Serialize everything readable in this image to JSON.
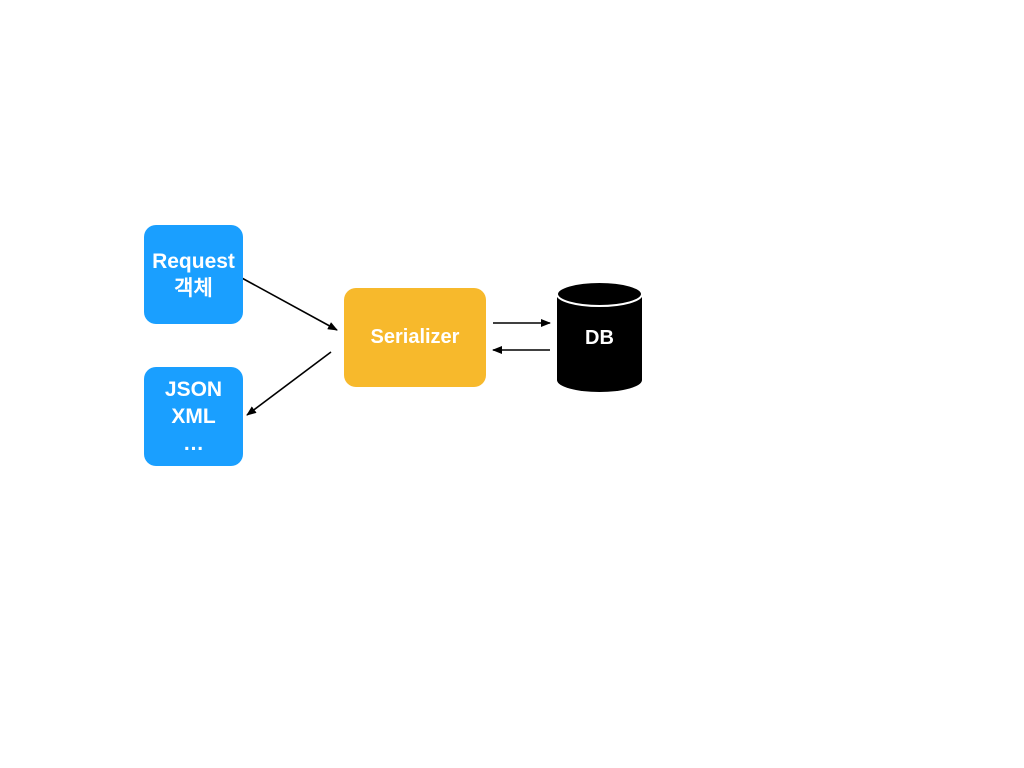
{
  "nodes": {
    "request": {
      "line1": "Request",
      "line2": "객체",
      "color": "#1a9fff"
    },
    "output": {
      "line1": "JSON",
      "line2": "XML",
      "line3": "…",
      "color": "#1a9fff"
    },
    "serializer": {
      "label": "Serializer",
      "color": "#f7b92c"
    },
    "db": {
      "label": "DB",
      "color": "#000000"
    }
  }
}
